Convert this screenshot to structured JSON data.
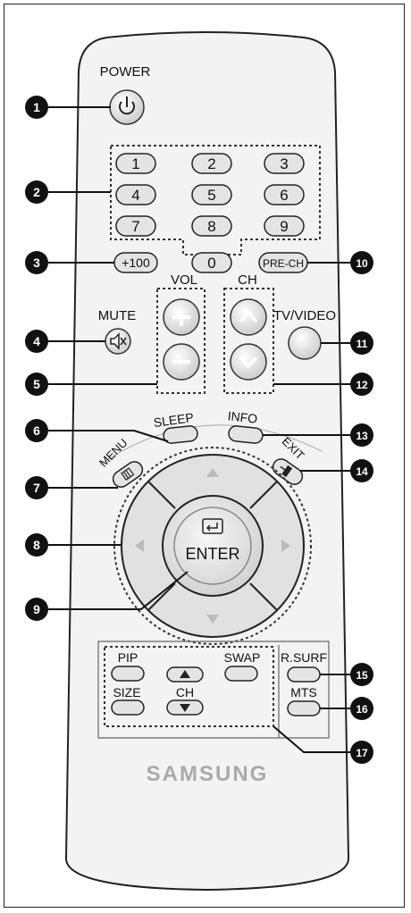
{
  "device": {
    "name": "TV remote control",
    "brand": "SAMSUNG",
    "colors": {
      "body": "#f2f2f2",
      "button": "#d9d9d9",
      "outline": "#222222",
      "callout": "#111111"
    }
  },
  "labels": {
    "power": "POWER",
    "vol": "VOL",
    "ch": "CH",
    "mute": "MUTE",
    "tv_video": "TV/VIDEO",
    "sleep": "SLEEP",
    "info": "INFO",
    "menu": "MENU",
    "exit": "EXIT",
    "enter": "ENTER",
    "pip": "PIP",
    "swap": "SWAP",
    "size": "SIZE",
    "pip_ch": "CH",
    "r_surf": "R.SURF",
    "mts": "MTS"
  },
  "number_keys": [
    "1",
    "2",
    "3",
    "4",
    "5",
    "6",
    "7",
    "8",
    "9"
  ],
  "key_zero": "0",
  "key_plus100": "+100",
  "key_prech": "PRE-CH",
  "callouts": [
    "1",
    "2",
    "3",
    "4",
    "5",
    "6",
    "7",
    "8",
    "9",
    "10",
    "11",
    "12",
    "13",
    "14",
    "15",
    "16",
    "17"
  ]
}
